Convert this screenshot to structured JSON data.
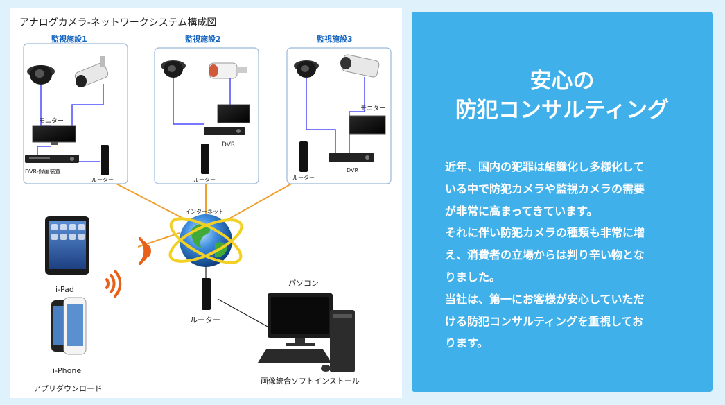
{
  "diagram": {
    "title": "アナログカメラ-ネットワークシステム構成図",
    "facilities": [
      {
        "name": "監視施設1",
        "labels": {
          "monitor": "モニター",
          "dvr": "DVR-録画装置",
          "router": "ルーター"
        }
      },
      {
        "name": "監視施設2",
        "labels": {
          "dvr": "DVR",
          "router": "ルーター"
        }
      },
      {
        "name": "監視施設3",
        "labels": {
          "monitor": "モニター",
          "dvr": "DVR",
          "router": "ルーター"
        }
      }
    ],
    "internet_label": "インターネット",
    "ipad_label": "i-Pad",
    "iphone_label": "i-Phone",
    "app_label": "アプリダウンロード",
    "router_label": "ルーター",
    "pc_label": "パソコン",
    "software_label": "画像統合ソフトインストール"
  },
  "panel": {
    "title_line1": "安心の",
    "title_line2": "防犯コンサルティング",
    "body_lines": [
      "近年、国内の犯罪は組織化し多様化して",
      "いる中で防犯カメラや監視カメラの需要",
      "が非常に高まってきています。",
      "それに伴い防犯カメラの種類も非常に増",
      "え、消費者の立場からは判り辛い物とな",
      "りました。",
      "当社は、第一にお客様が安心していただ",
      "ける防犯コンサルティングを重視してお",
      "ります。"
    ]
  },
  "colors": {
    "panel_bg": "#3fb0ea",
    "page_bg": "#dff2fb",
    "facility_label": "#1565c0",
    "cable": "#4a4aff",
    "internet_link": "#f0a030"
  }
}
